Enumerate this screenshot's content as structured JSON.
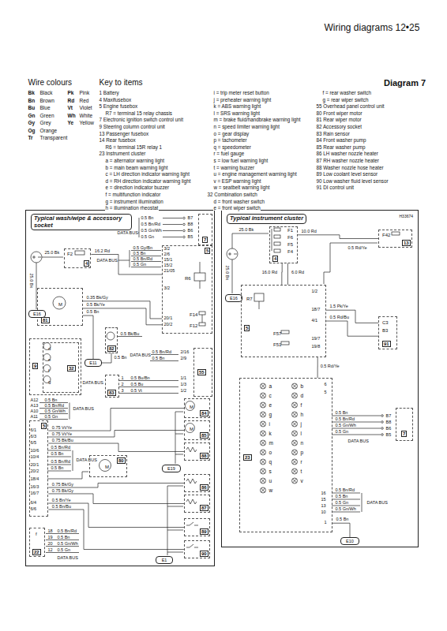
{
  "diagram": {
    "title": "Diagram 7",
    "nodes": [
      {
        "text": [
          "Typical wash/wipe & accessory socket"
        ]
      },
      {
        "text": [
          "4",
          "F2"
        ],
        "in": 0
      },
      {
        "text": [
          "5",
          "R6",
          "F14",
          "F12"
        ],
        "in": 0
      },
      {
        "text": [
          "7"
        ],
        "in": 0
      },
      {
        "text": [
          "81",
          "M"
        ],
        "in": 0
      },
      {
        "text": [
          "E16"
        ],
        "in": 0
      },
      {
        "text": [
          "82"
        ],
        "in": 0
      },
      {
        "text": [
          "E11"
        ],
        "in": 0
      },
      {
        "text": [
          "9"
        ],
        "in": 0
      },
      {
        "text": [
          "32",
          "d",
          "e",
          "f",
          "g"
        ],
        "in": 8
      },
      {
        "text": [
          "55"
        ],
        "in": 0
      },
      {
        "text": [
          "83"
        ],
        "in": 0
      },
      {
        "text": [
          "5"
        ],
        "in": 0
      },
      {
        "text": [
          "84",
          "M"
        ],
        "in": 0
      },
      {
        "text": [
          "85",
          "M"
        ],
        "in": 0
      },
      {
        "text": [
          "88"
        ],
        "in": 0
      },
      {
        "text": [
          "E19"
        ],
        "in": 0
      },
      {
        "text": [
          "80",
          "M"
        ],
        "in": 0
      },
      {
        "text": [
          "86"
        ],
        "in": 0
      },
      {
        "text": [
          "87"
        ],
        "in": 0
      },
      {
        "text": [
          "E1"
        ],
        "in": 0
      },
      {
        "text": [
          "89"
        ],
        "in": 0
      },
      {
        "text": [
          "90"
        ],
        "in": 0
      },
      {
        "text": [
          "22",
          "f"
        ],
        "in": 0
      },
      {
        "text": [
          "Typical instrument cluster"
        ]
      },
      {
        "text": [
          "4",
          "F1",
          "F6",
          "F5",
          "F4"
        ],
        "in": 24
      },
      {
        "text": [
          "13",
          "F42"
        ],
        "in": 24
      },
      {
        "text": [
          "E16"
        ],
        "in": 24
      },
      {
        "text": [
          "5",
          "R7",
          "F57",
          "F51"
        ],
        "in": 24
      },
      {
        "text": [
          "91",
          "C3",
          "B3"
        ],
        "in": 24
      },
      {
        "text": [
          "23"
        ],
        "in": 24
      },
      {
        "text": [
          "7"
        ],
        "in": 24
      },
      {
        "text": [
          "E10"
        ],
        "in": 24
      }
    ],
    "edges": [
      {
        "from": 1,
        "to": 2,
        "arrow": "none",
        "label": "16.2 Rd"
      },
      {
        "from": 4,
        "to": 2,
        "arrow": "none",
        "label": "0.35 Bk/Gy"
      },
      {
        "from": 4,
        "to": 2,
        "arrow": "none",
        "label": "0.5 Bk/Ye"
      },
      {
        "from": 6,
        "to": 7,
        "arrow": "none",
        "label": "0.5 Bn"
      },
      {
        "from": 12,
        "to": 13,
        "arrow": "none",
        "label": "0.75 Vt/Ye"
      },
      {
        "from": 12,
        "to": 14,
        "arrow": "none",
        "label": "0.75 Vt/Ye"
      },
      {
        "from": 12,
        "to": 15,
        "arrow": "none",
        "label": "0.75 Bk/Bu"
      },
      {
        "from": 12,
        "to": 18,
        "arrow": "none",
        "label": "0.75 Bk/Gy"
      },
      {
        "from": 12,
        "to": 19,
        "arrow": "none",
        "label": "0.75 Bk/Gy"
      },
      {
        "from": 12,
        "to": 21,
        "arrow": "none",
        "label": "0.5 Bn/Ye"
      },
      {
        "from": 12,
        "to": 22,
        "arrow": "none",
        "label": "0.5 Bn/Bu"
      },
      {
        "from": 25,
        "to": 26,
        "arrow": "none",
        "label": "10.0 Rd"
      },
      {
        "from": 25,
        "to": 28,
        "arrow": "none",
        "label": "16.0 Rd"
      },
      {
        "from": 25,
        "to": 28,
        "arrow": "none",
        "label": "6.0 Rd"
      },
      {
        "from": 28,
        "to": 29,
        "arrow": "none",
        "label": "1.5 Pk/Ye"
      },
      {
        "from": 28,
        "to": 29,
        "arrow": "none",
        "label": "0.5 Rd/Bu"
      },
      {
        "from": 28,
        "to": 30,
        "arrow": "none",
        "label": "0.5 Rd/Ye"
      },
      {
        "from": 30,
        "to": 32,
        "arrow": "none",
        "label": "0.5 Bn"
      },
      {
        "from": 4,
        "to": 7,
        "arrow": "none",
        "label": "0.5 Bn"
      }
    ],
    "labels": [
      "Wiring diagrams 12•25",
      "Wire colours",
      "Bk",
      "Black",
      "Pk",
      "Pink",
      "Bn",
      "Brown",
      "Rd",
      "Red",
      "Bu",
      "Blue",
      "Vt",
      "Violet",
      "Gn",
      "Green",
      "Wh",
      "White",
      "Gy",
      "Grey",
      "Ye",
      "Yellow",
      "Og",
      "Orange",
      "Tr",
      "Transparent",
      "Key to items",
      "1 Battery",
      "4 Maxifusebox",
      "5 Engine fusebox",
      "R7 = terminal 15 relay chassis",
      "7 Electronic ignition switch control unit",
      "9 Steering column control unit",
      "13 Passenger fusebox",
      "14 Rear fusebox",
      "R6 = terminal 15R relay 1",
      "23 Instrument cluster",
      "a = alternator warning light",
      "b = main beam warning light",
      "c = LH direction indicator warning light",
      "d = RH direction indicator warning light",
      "e = direction indicator buzzer",
      "f = multifunction indicator",
      "g = instrument illumination",
      "h = illumination rheostat",
      "i = trip meter reset button",
      "j = preheater warning light",
      "k = ABS warning light",
      "l = SRS warning light",
      "m = brake fluid/handbrake warning light",
      "n = speed limiter warning light",
      "o = gear display",
      "p = tachometer",
      "q = speedometer",
      "r = fuel gauge",
      "s = low fuel warning light",
      "t = warning buzzer",
      "u = engine management warning light",
      "v = ESP warning light",
      "w = seatbelt warning light",
      "32 Combination switch",
      "d = front washer switch",
      "e = front wiper switch",
      "f = rear washer switch",
      "g = rear wiper switch",
      "55 Overhead panel control unit",
      "80 Front wiper motor",
      "81 Rear wiper motor",
      "82 Accessory socket",
      "83 Rain sensor",
      "84 Front washer pump",
      "85 Rear washer pump",
      "86 LH washer nozzle heater",
      "87 RH washer nozzle heater",
      "88 Washer nozzle hose heater",
      "89 Low coolant level sensor",
      "90 Low washer fluid level sensor",
      "91 DI control unit",
      "H33674",
      "0.5 Bn",
      "B7",
      "0.5 Bn/Rd",
      "B8",
      "0.5 Gn/Wh",
      "B6",
      "0.5 Gn",
      "B5",
      "DATA BUS",
      "25.0 Bk",
      "25.0 Bk",
      "DATA BUS",
      "0.5 Gy/Bn",
      "0.5 Bn",
      "0.5 Bn/Rd",
      "0.5 Gn",
      "3/2",
      "2/6",
      "15/1",
      "15/2",
      "21/05",
      "3/2",
      "20/1",
      "20/2",
      "0.5 Bk/Bu",
      "A12",
      "0.5 Bn",
      "A13",
      "0.5 Bn/Rd",
      "A10",
      "0.5 Gn/Wh",
      "A11",
      "0.5 Gn",
      "DATA BUS",
      "DATA BUS",
      "0.5 Bn/Rd",
      "2/16",
      "0.5 Bn",
      "2/9",
      "1",
      "0.5 Bu/Bn",
      "1/1",
      "2",
      "0.5 Bu",
      "1/3",
      "3",
      "0.5 Vt",
      "1/2",
      "DATA BUS",
      "6/1",
      "6/3",
      "6/5",
      "10/6",
      "10/4",
      "20/1",
      "20/2",
      "18/4",
      "16/3",
      "16/7",
      "6/4",
      "6/6",
      "0.5 Bn/Rd",
      "0.5 Bn",
      "0.5 Bn/Rd",
      "0.5 Bn",
      "DATA BUS",
      "18",
      "0.5 Bn/Rd",
      "19",
      "0.5 Bn",
      "20",
      "0.5 Gn/Wh",
      "12",
      "0.5 Gn",
      "DATA BUS",
      "25.0 Bk",
      "25.0 Bk",
      "0.5 Rd/Ye",
      "1/2",
      "18/7",
      "4/1",
      "19/7",
      "19/8",
      "6",
      "5",
      "a",
      "b",
      "c",
      "d",
      "e",
      "f",
      "g",
      "h",
      "i",
      "j",
      "k",
      "l",
      "m",
      "n",
      "o",
      "p",
      "q",
      "r",
      "s",
      "t",
      "u",
      "v",
      "w",
      "0.5 Bn",
      "B7",
      "0.5 Bn/Rd",
      "B8",
      "0.5 Gn/Wh",
      "B6",
      "0.5 Gn",
      "B5",
      "DATA BUS",
      "16",
      "0.5 Bn/Rd",
      "15",
      "0.5 Bn",
      "13",
      "0.5 Gn",
      "10",
      "0.5 Gn/Wh",
      "DATA BUS",
      "1"
    ]
  }
}
